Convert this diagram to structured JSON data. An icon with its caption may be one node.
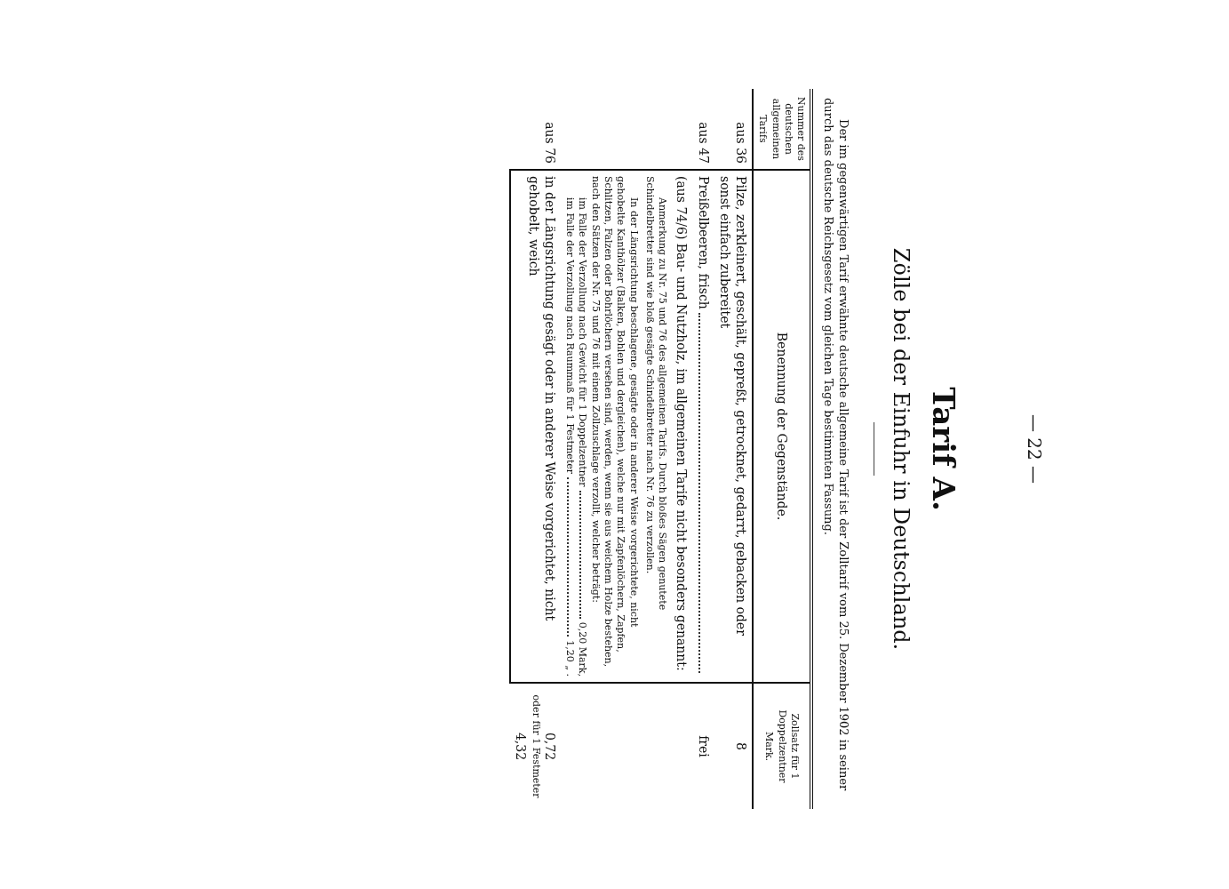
{
  "diagram": {
    "title": "Tarif A.",
    "labels": [
      "— 22 —",
      "Zölle bei der Einfuhr in Deutschland.",
      "Der im gegenwärtigen Tarif erwähnte deutsche allgemeine Tarif ist der Zolltarif vom 25. Dezember 1902 in seiner durch das deutsche Reichsgesetz vom gleichen Tage bestimmten Fassung.",
      "Nummer des deutschen allgemeinen Tarifs",
      "Benennung der Gegenstände.",
      "Zollsatz für 1 Doppelzentner",
      "Mark.",
      "aus 36",
      "Pilze, zerkleinert, geschält, gepreßt, getrocknet, gedarrt, gebacken oder sonst einfach zubereitet",
      "8",
      "aus 47",
      "Preißelbeeren, frisch",
      "frei",
      "(aus 74/6) Bau- und Nutzholz, im allgemeinen Tarife nicht besonders genannt:",
      "Anmerkung zu Nr. 75 und 76 des allgemeinen Tarifs. Durch bloßes Sägen genutete Schindelbretter sind wie bloß gesägte Schindelbretter nach Nr. 76 zu verzollen.",
      "In der Längsrichtung beschlagene, gesägte oder in anderer Weise vorgerichtete, nicht gehobelte Kanthölzer (Balken, Bohlen und dergleichen), welche nur mit Zapfenlöchern, Zapfen, Schlitzen, Falzen oder Bohrlöchern versehen sind, werden, wenn sie aus weichem Holze bestehen, nach den Sätzen der Nr. 75 und 76 mit einem Zollzuschlage verzollt, welcher beträgt:",
      "im Falle der Verzollung nach Gewicht für 1 Doppelzentner",
      "0,20 Mark,",
      "im Falle der Verzollung nach Raummaß für 1 Festmeter",
      "1,20 „ .",
      "aus 76",
      "in der Längsrichtung gesägt oder in anderer Weise vorgerichtet, nicht gehobelt, weich",
      "0,72",
      "oder für 1 Festmeter",
      "4,32"
    ]
  }
}
